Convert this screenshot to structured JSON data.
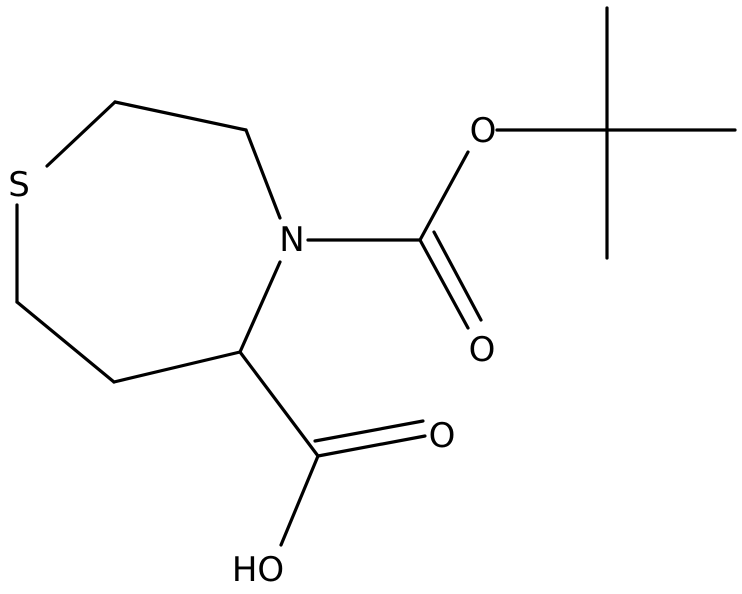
{
  "structure": {
    "atoms": {
      "sulfur": "S",
      "nitrogen": "N",
      "ester_oxygen": "O",
      "carbonyl_oxygen_boc": "O",
      "carbonyl_oxygen_acid": "O",
      "hydroxyl": "HO"
    },
    "colors": {
      "bond": "#000000",
      "label": "#000000",
      "background": "#ffffff"
    }
  }
}
